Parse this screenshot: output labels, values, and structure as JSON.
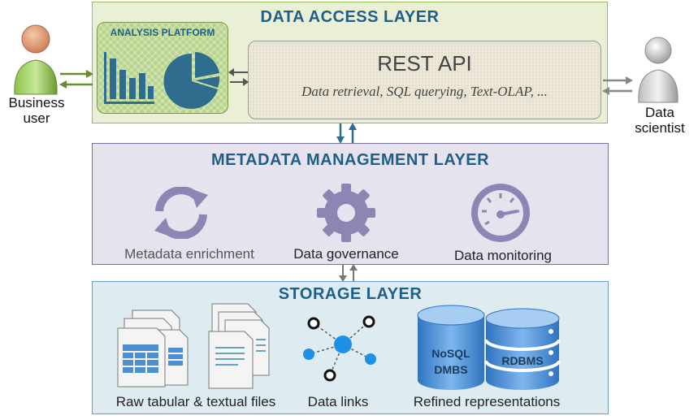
{
  "data_access_layer": {
    "title": "DATA ACCESS LAYER",
    "analysis_platform": "ANALYSIS PLATFORM",
    "rest_api": {
      "title": "REST API",
      "subtitle": "Data retrieval, SQL querying, Text-OLAP, ..."
    }
  },
  "users": {
    "business_user": [
      "Business",
      "user"
    ],
    "data_scientist": [
      "Data",
      "scientist"
    ]
  },
  "metadata_layer": {
    "title": "METADATA MANAGEMENT LAYER",
    "items": [
      {
        "label": "Metadata enrichment",
        "icon": "refresh-icon"
      },
      {
        "label": "Data governance",
        "icon": "gear-icon"
      },
      {
        "label": "Data monitoring",
        "icon": "gauge-icon"
      }
    ]
  },
  "storage_layer": {
    "title": "STORAGE LAYER",
    "items": [
      {
        "label": "Raw tabular & textual files",
        "icon": "files-icon"
      },
      {
        "label": "Data links",
        "icon": "network-icon"
      },
      {
        "label": "Refined representations",
        "icon": "database-icon"
      }
    ],
    "databases": [
      "NoSQL",
      "DMBS",
      "RDBMS"
    ]
  },
  "colors": {
    "access_fill": "#e9f0d6",
    "access_border": "#9bbb59",
    "metadata_fill": "#e6e3ef",
    "metadata_border": "#7a7299",
    "storage_fill": "#deecf2",
    "storage_border": "#6aa1bd",
    "icon_purple": "#8d86b5",
    "title_blue": "#1f5f86",
    "chart_blue": "#2e6d8e",
    "db_blue": "#4f8fcf"
  }
}
